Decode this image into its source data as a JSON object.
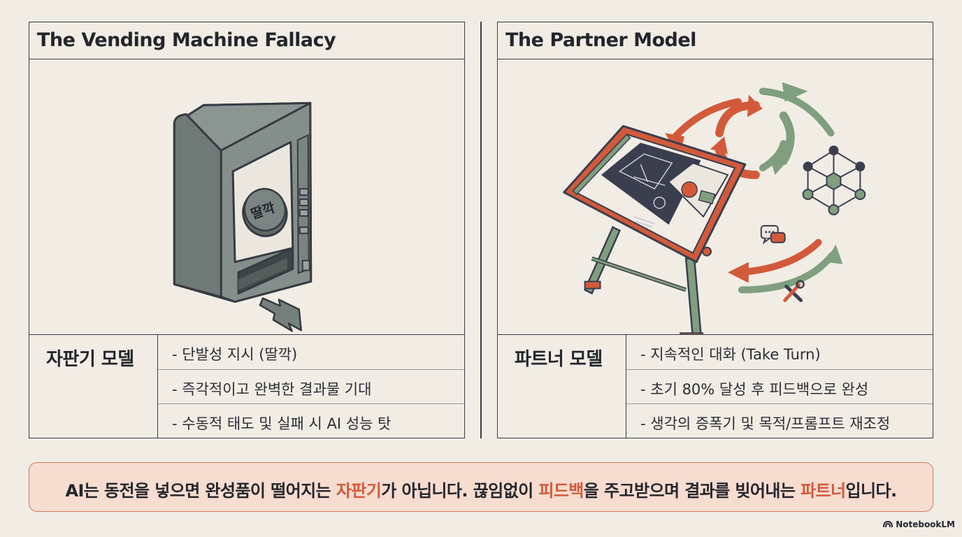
{
  "left": {
    "title": "The Vending Machine Fallacy",
    "machine_label": "딸깍",
    "label": "자판기 모델",
    "items": [
      "- 단발성 지시 (딸깍)",
      "- 즉각적이고 완벽한 결과물 기대",
      "- 수동적 태도 및 실패 시 AI 성능 탓"
    ]
  },
  "right": {
    "title": "The Partner Model",
    "label": "파트너 모델",
    "items": [
      "- 지속적인 대화 (Take Turn)",
      "- 초기 80% 달성 후 피드백으로 완성",
      "- 생각의 증폭기 및 목적/프롬프트 재조정"
    ]
  },
  "summary": {
    "p1": "AI는 동전을 넣으면 완성품이 떨어지는 ",
    "h1": "자판기",
    "p2": "가 아닙니다. 끊임없이 ",
    "h2": "피드백",
    "p3": "을 주고받으며 결과를 빚어내는 ",
    "h3": "파트너",
    "p4": "입니다."
  },
  "brand": "NotebookLM",
  "colors": {
    "orange": "#d25a3a",
    "green": "#7f9f7e",
    "gray": "#7a8481",
    "navy": "#3b3e4f",
    "summary_bg": "#f7dcd0"
  }
}
